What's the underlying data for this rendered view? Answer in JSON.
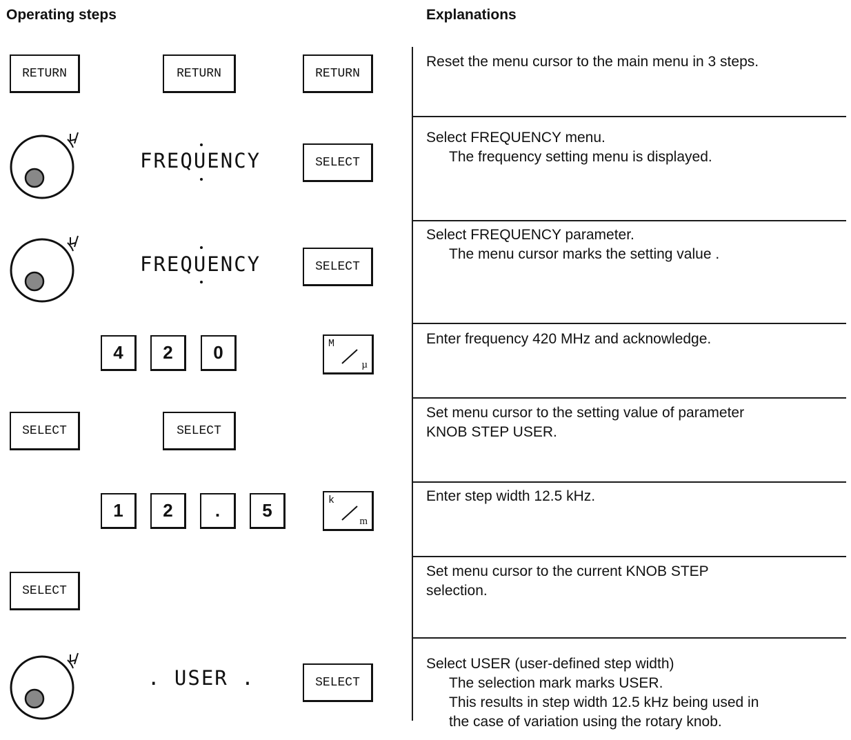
{
  "headers": {
    "left": "Operating steps",
    "right": "Explanations"
  },
  "icons": {
    "knob": "rotary-knob-icon"
  },
  "rows": [
    {
      "keys": [
        "RETURN",
        "RETURN",
        "RETURN"
      ],
      "explanation": [
        "Reset the menu cursor to the main menu in 3 steps."
      ]
    },
    {
      "display": "FREQUENCY",
      "key": "SELECT",
      "explanation": [
        "Select FREQUENCY menu.",
        "The frequency setting menu is displayed."
      ]
    },
    {
      "display": "FREQUENCY",
      "key": "SELECT",
      "explanation": [
        "Select FREQUENCY parameter.",
        "The menu cursor marks the setting value ."
      ]
    },
    {
      "digits": [
        "4",
        "2",
        "0"
      ],
      "unit": {
        "top": "M",
        "bottom": "µ"
      },
      "explanation": [
        "Enter frequency 420 MHz and acknowledge."
      ]
    },
    {
      "keys": [
        "SELECT",
        "SELECT"
      ],
      "explanation": [
        "Set menu cursor to the setting value of parameter",
        "KNOB STEP USER."
      ]
    },
    {
      "digits": [
        "1",
        "2",
        ".",
        "5"
      ],
      "unit": {
        "top": "k",
        "bottom": "m"
      },
      "explanation": [
        "Enter step width 12.5 kHz."
      ]
    },
    {
      "keys": [
        "SELECT"
      ],
      "explanation": [
        "Set menu cursor to the current KNOB STEP",
        "selection."
      ]
    },
    {
      "display": ". USER .",
      "key": "SELECT",
      "explanation": [
        "Select USER (user-defined step width)",
        "The selection mark marks USER.",
        "This results in step width 12.5 kHz being used in",
        "the case of variation using the rotary knob."
      ]
    }
  ]
}
